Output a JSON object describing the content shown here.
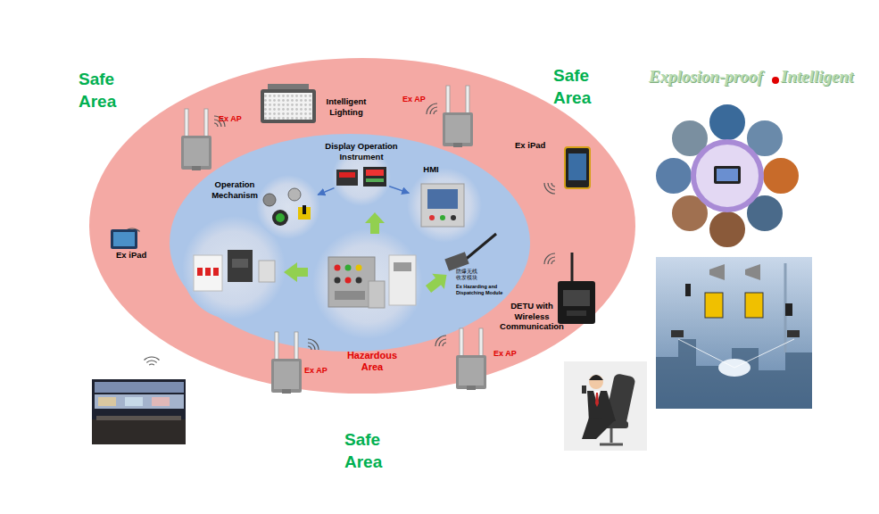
{
  "diagram": {
    "nodes": [
      {
        "text": [
          "Hazardous Area"
        ]
      },
      {
        "text": [
          "Display Operation Instrument"
        ],
        "in": 0
      },
      {
        "text": [
          "HMI"
        ],
        "in": 0
      },
      {
        "text": [
          "Operation Mechanism"
        ],
        "in": 0
      }
    ],
    "edges": [
      {
        "from": 1,
        "to": 3,
        "arrow": "to"
      },
      {
        "from": 1,
        "to": 2,
        "arrow": "to"
      }
    ],
    "labels": [
      "Safe Area",
      "Safe Area",
      "Safe Area",
      "Explosion-proof",
      "Intelligent",
      "Intelligent Lighting",
      "Ex AP",
      "Ex AP",
      "Ex iPad",
      "Ex iPad",
      "防爆无线 收发模块",
      "Ex Hazarding and Dispatching Module",
      "DETU with Wireless Communication",
      "Ex AP",
      "Ex AP"
    ]
  }
}
